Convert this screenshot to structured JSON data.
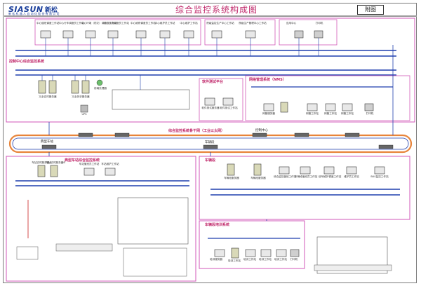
{
  "header": {
    "logo_text": "SIASUN",
    "logo_cn": "新松",
    "logo_subtitle": "新 松 机 器 人 自 动 化 股 份 有 限 公 司",
    "title": "综合监控系统构成图",
    "page_box": "附图"
  },
  "sections": {
    "control_center": "控制中心综合监控系统",
    "software_test": "软件测试平台",
    "network_mgmt": "网络管理系统（NMS）",
    "backbone": "综合监控系统骨干网（工业以太网）",
    "control_center_node": "控制中心",
    "typical_station_node": "典型车站",
    "depot_node": "车辆段",
    "typical_station": "典型车站综合监控系统",
    "depot": "车辆段",
    "depot_training": "车辆段培训系统"
  },
  "workstations": [
    "中心值班调度工作站",
    "中心行车调度员工作站",
    "中心环境（防灾）调度员工作站",
    "中心供电调度员工作站",
    "中心维修调度员工作站",
    "中心维护员工作站",
    "中心维护工作站"
  ],
  "top_right_boxes": [
    "院级监控生产中心工作站",
    "院级生产管理中心工作站",
    "应用中心",
    "打印机"
  ],
  "servers": {
    "cc_realtime": "冗余实时服务器",
    "cc_history": "冗余历史服务器",
    "fep": "前端处理器",
    "cc_ups": "UPS"
  },
  "test_platform": {
    "item1": "软件测试服务器",
    "item2": "软件测试工作站"
  },
  "nms_items": [
    "网管服务器",
    "网管工作站",
    "网管工作站",
    "网管工作站",
    "打印机"
  ],
  "station_items": [
    "车站实时服务器A",
    "车站实时服务器B",
    "车站值班员工作站",
    "车站维护工作站"
  ],
  "depot_items": [
    "车辆段服务器",
    "车辆段服务器",
    "综合监控值班工作站",
    "车辆段值班员工作站",
    "信号维护调度工作站",
    "维护员工作站",
    "BAS监控工作站"
  ],
  "training_items": [
    "培训服务器",
    "培训工作站",
    "培训工作站",
    "培训工作站",
    "培训工作站",
    "打印机"
  ],
  "colors": {
    "pink_border": "#d257b8",
    "backbone_orange": "#e8843a",
    "bus_blue": "#1f3fae",
    "label_pink": "#c0286a",
    "red_line": "#cc2020"
  }
}
